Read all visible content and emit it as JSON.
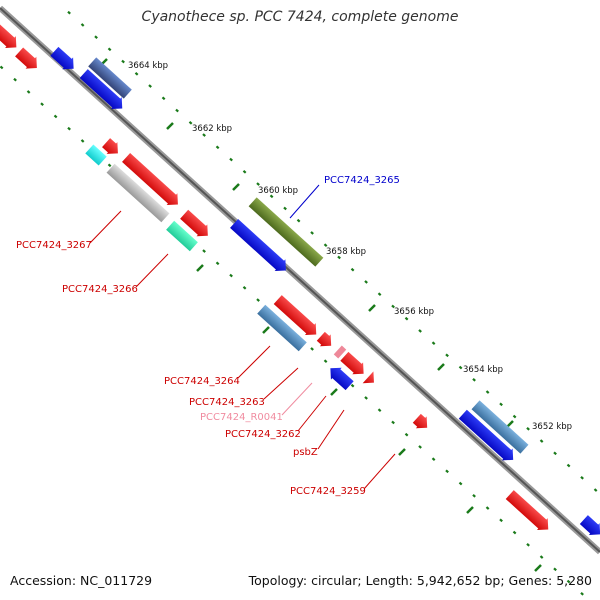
{
  "title": "Cyanothece sp. PCC 7424, complete genome",
  "footer": {
    "accession": "Accession: NC_011729",
    "topology": "Topology: circular; Length: 5,942,652 bp; Genes: 5,280"
  },
  "colors": {
    "backbone": "#777777",
    "tick": "#1a7a1a",
    "red": "#ff0000",
    "blue": "#0000ee",
    "pink": "#ee8899"
  },
  "scale_labels": [
    "3664 kbp",
    "3662 kbp",
    "3660 kbp",
    "3658 kbp",
    "3656 kbp",
    "3654 kbp",
    "3652 kbp"
  ],
  "gene_labels": [
    {
      "text": "PCC7424_3265",
      "color": "#0000cc"
    },
    {
      "text": "PCC7424_3267",
      "color": "#cc0000"
    },
    {
      "text": "PCC7424_3266",
      "color": "#cc0000"
    },
    {
      "text": "PCC7424_3264",
      "color": "#cc0000"
    },
    {
      "text": "PCC7424_3263",
      "color": "#cc0000"
    },
    {
      "text": "PCC7424_R0041",
      "color": "#f08ca0"
    },
    {
      "text": "PCC7424_3262",
      "color": "#cc0000"
    },
    {
      "text": "psbZ",
      "color": "#cc0000"
    },
    {
      "text": "PCC7424_3259",
      "color": "#cc0000"
    }
  ]
}
